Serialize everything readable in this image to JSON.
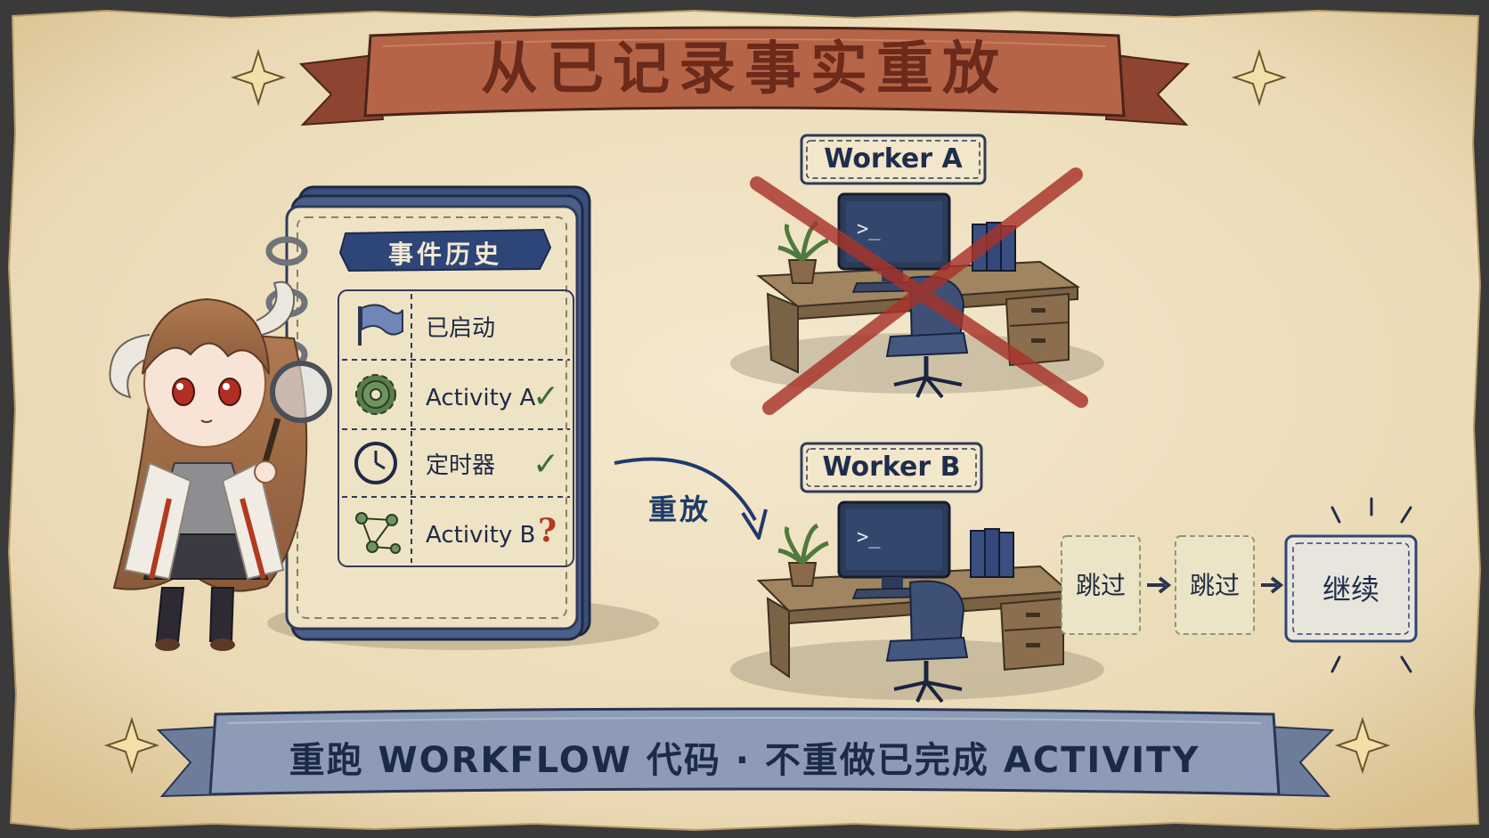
{
  "title": "从已记录事实重放",
  "event_history": {
    "heading": "事件历史",
    "events": [
      {
        "label": "已启动",
        "icon": "flag-icon",
        "status": ""
      },
      {
        "label": "Activity A",
        "icon": "gear-icon",
        "status": "✓"
      },
      {
        "label": "定时器",
        "icon": "clock-icon",
        "status": "✓"
      },
      {
        "label": "Activity B",
        "icon": "graph-nodes-icon",
        "status": "?"
      }
    ]
  },
  "replay_label": "重放",
  "workers": {
    "a": {
      "label": "Worker A",
      "state": "crossed-out"
    },
    "b": {
      "label": "Worker B",
      "state": "active"
    }
  },
  "steps": [
    {
      "label": "跳过"
    },
    {
      "label": "跳过"
    },
    {
      "label": "继续"
    }
  ],
  "bottom_banner": "重跑 WORKFLOW 代码 · 不重做已完成 ACTIVITY",
  "colors": {
    "parchment": "#efe2c4",
    "banner_red": "#b56448",
    "banner_blue": "#8e9bb6",
    "ink_navy": "#1f2d4d",
    "cross_red": "#a8332a",
    "check_green": "#3f6b38"
  }
}
